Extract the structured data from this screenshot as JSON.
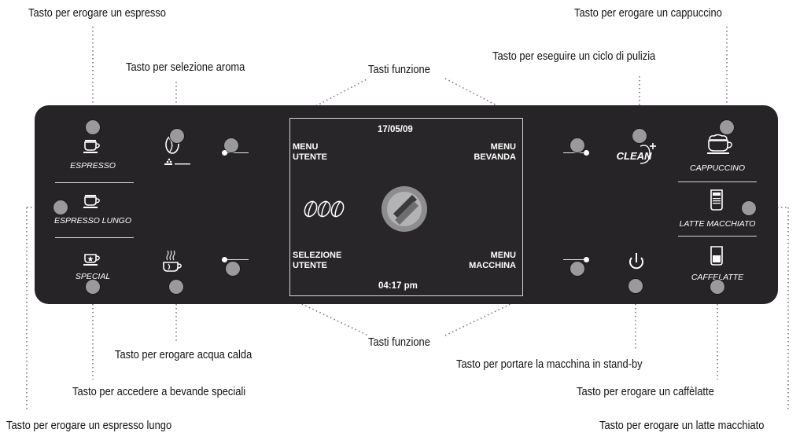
{
  "callouts": {
    "espresso": "Tasto per erogare un espresso",
    "aroma": "Tasto per selezione aroma",
    "funzione_top": "Tasti funzione",
    "pulizia": "Tasto per eseguire un ciclo di pulizia",
    "cappuccino": "Tasto per erogare un cappuccino",
    "acqua": "Tasto per erogare acqua calda",
    "funzione_bottom": "Tasti funzione",
    "standby": "Tasto per portare la macchina in stand-by",
    "speciali": "Tasto per accedere a bevande speciali",
    "caffelatte": "Tasto per erogare un caffèlatte",
    "espresso_lungo": "Tasto per erogare un espresso lungo",
    "latte_macchiato": "Tasto per erogare un latte macchiato"
  },
  "panel": {
    "espresso": "ESPRESSO",
    "espresso_lungo": "ESPRESSO LUNGO",
    "special": "SPECIAL",
    "clean": "CLEAN",
    "cappuccino": "CAPPUCCINO",
    "latte_macchiato": "LATTE MACCHIATO",
    "caffelatte": "CAFFELATTE"
  },
  "screen": {
    "date": "17/05/09",
    "time": "04:17 pm",
    "menu_utente_1": "MENU",
    "menu_utente_2": "UTENTE",
    "menu_bevanda_1": "MENU",
    "menu_bevanda_2": "BEVANDA",
    "selezione_utente_1": "SELEZIONE",
    "selezione_utente_2": "UTENTE",
    "menu_macchina_1": "MENU",
    "menu_macchina_2": "MACCHINA"
  },
  "colors": {
    "panel": "#262426",
    "button": "#9a9a9c",
    "leader": "#777777"
  }
}
